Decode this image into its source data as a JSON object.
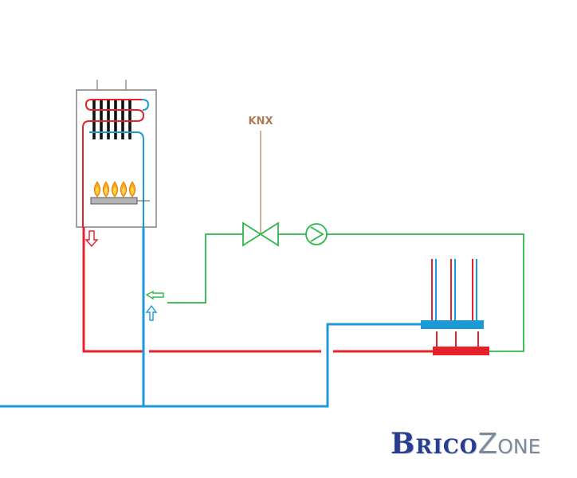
{
  "diagram": {
    "control_label": "KNX",
    "colors": {
      "hot_pipe": "#e8202a",
      "cold_pipe": "#1b9ad6",
      "loop_pipe": "#2db84a",
      "knx_wire": "#b07a55",
      "boiler_outline": "#8a8a8a",
      "burner": "#b5b5b5",
      "flame_outer": "#f5a623",
      "flame_inner": "#ffd54a"
    },
    "components": [
      "boiler",
      "heat-exchanger",
      "burner",
      "knx-actuated-valve",
      "circulation-pump",
      "supply-manifold",
      "return-manifold"
    ]
  },
  "logo": {
    "part1": "Brico",
    "part2": "Zone",
    "colors": {
      "primary": "#2a3d8f",
      "secondary": "#7d8a9c"
    }
  }
}
